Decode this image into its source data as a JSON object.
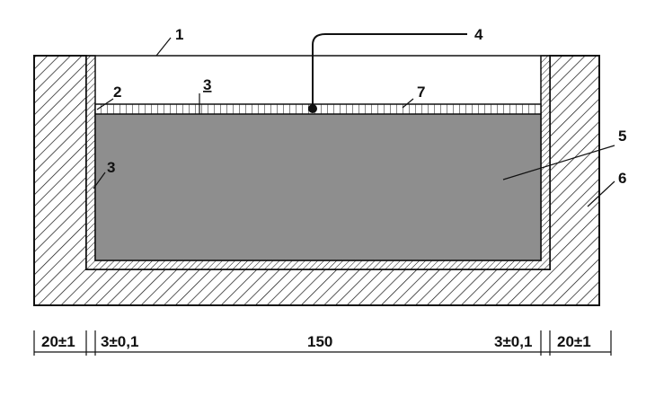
{
  "callouts": {
    "c1": "1",
    "c2": "2",
    "c3_top": "3",
    "c3_left": "3",
    "c4": "4",
    "c5": "5",
    "c6": "6",
    "c7": "7"
  },
  "dimensions": {
    "left_wall": "20±1",
    "left_liner": "3±0,1",
    "center": "150",
    "right_liner": "3±0,1",
    "right_wall": "20±1"
  },
  "colors": {
    "specimen_fill": "#8e8e8e",
    "line": "#111111",
    "background": "#ffffff"
  }
}
